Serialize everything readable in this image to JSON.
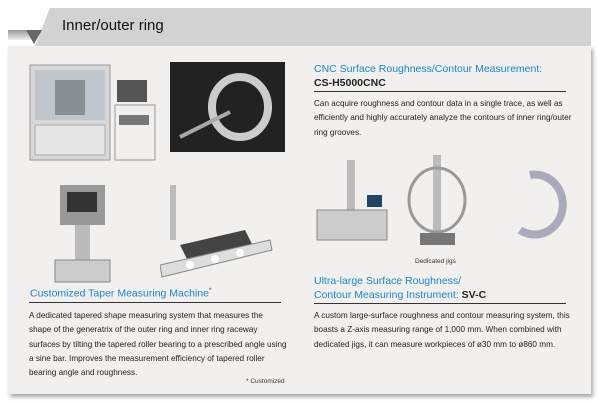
{
  "header": {
    "title": "Inner/outer ring"
  },
  "cnc": {
    "heading": "CNC Surface Roughness/Contour Measurement:",
    "model": "CS-H5000CNC",
    "description": "Can acquire roughness and contour data in a single trace, as well as efficiently and highly accurately analyze the contours of inner ring/outer ring grooves."
  },
  "taper": {
    "heading": "Customized Taper Measuring Machine",
    "asterisk": "*",
    "description": "A dedicated tapered shape measuring system that measures the shape of the generatrix of the outer ring and inner ring raceway surfaces by tilting the tapered roller bearing to a prescribed angle using a sine bar. Improves the measurement efficiency of tapered roller bearing angle and roughness.",
    "note": "* Customized"
  },
  "svc": {
    "heading_line1": "Ultra-large Surface Roughness/",
    "heading_line2": "Contour Measuring Instrument:",
    "model": "SV-C",
    "jigs_caption": "Dedicated jigs",
    "description": "A custom large-surface roughness and contour measuring system, this boasts a Z-axis measuring range of 1,000 mm. When combined with dedicated jigs, it can measure workpieces of ø30 mm to ø860 mm."
  }
}
